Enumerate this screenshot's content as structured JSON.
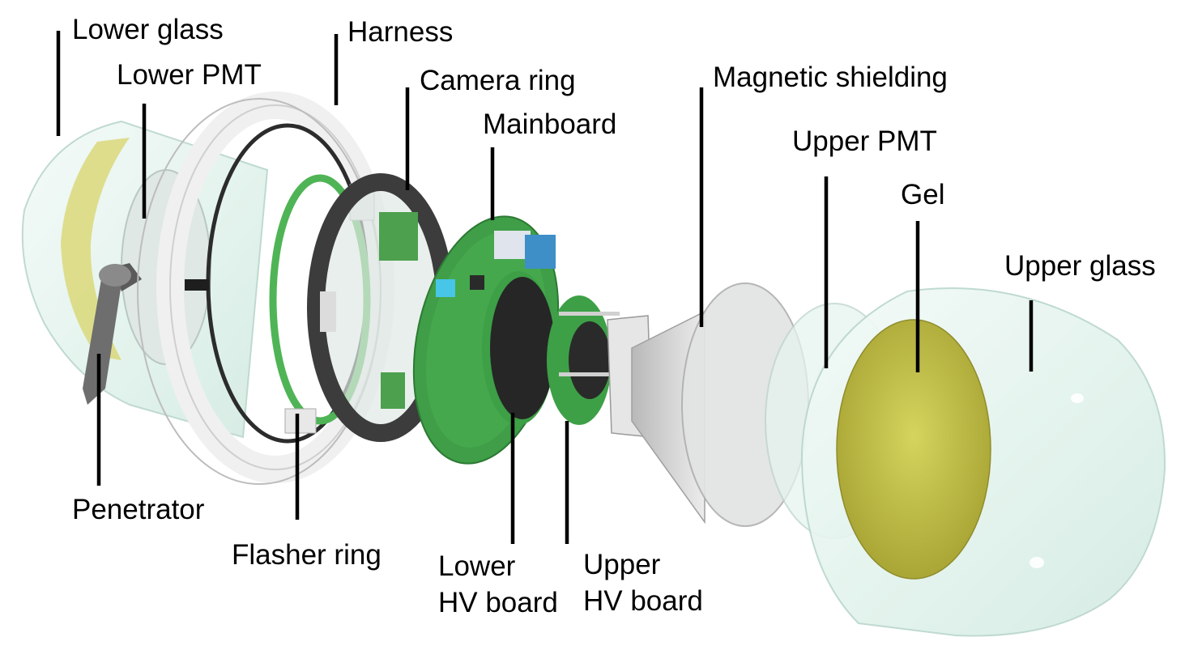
{
  "labels": {
    "lower_glass": "Lower glass",
    "lower_pmt": "Lower PMT",
    "harness": "Harness",
    "camera_ring": "Camera ring",
    "mainboard": "Mainboard",
    "magnetic_shielding": "Magnetic shielding",
    "upper_pmt": "Upper PMT",
    "gel": "Gel",
    "upper_glass": "Upper glass",
    "penetrator": "Penetrator",
    "flasher_ring": "Flasher ring",
    "lower_hv_board_line1": "Lower",
    "lower_hv_board_line2": "HV board",
    "upper_hv_board_line1": "Upper",
    "upper_hv_board_line2": "HV board"
  },
  "colors": {
    "glass": "#e4f4ee",
    "gel": "#c8c84a",
    "pcb": "#3aa54a",
    "ring_white": "#f2f2f2",
    "ring_dark": "#3a3a3a",
    "shield": "#c8c8c8",
    "leader": "#000000"
  }
}
